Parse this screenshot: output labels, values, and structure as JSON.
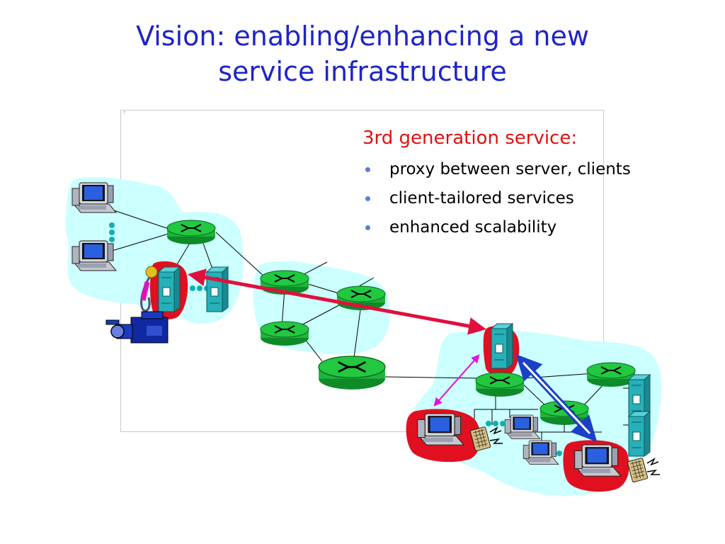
{
  "slide": {
    "title_line1": "Vision: enabling/enhancing a new",
    "title_line2": "service infrastructure",
    "service_heading": "3rd generation service:",
    "bullets": [
      "proxy between server, clients",
      "client-tailored services",
      "enhanced scalability"
    ]
  },
  "colors": {
    "title": "#1e24c8",
    "heading": "#e01010",
    "bullet": "#5b7cd8",
    "cloud": "#ccffff",
    "router": "#22c840",
    "server": "#26b0b8",
    "proxy_highlight": "#e01020",
    "proxy_link": "#e0103c",
    "client_link": "#e010e0",
    "server_link": "#1a40c8"
  }
}
